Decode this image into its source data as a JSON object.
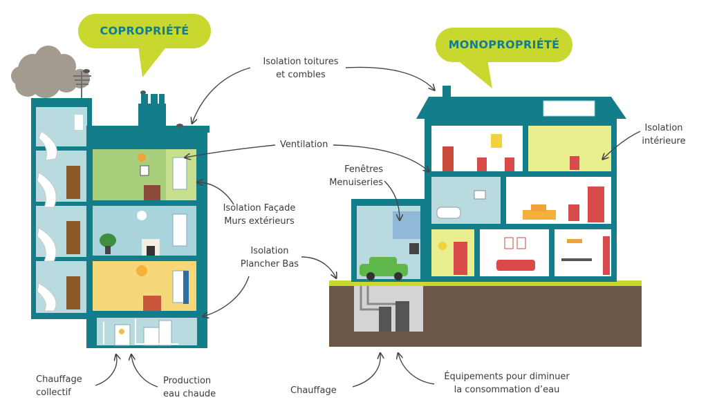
{
  "bubbles": {
    "left": "COPROPRIÉTÉ",
    "right": "MONOPROPRIÉTÉ"
  },
  "labels": {
    "roof_insulation": [
      "Isolation toitures",
      "et combles"
    ],
    "ventilation": "Ventilation",
    "facade_insulation": [
      "Isolation Façade",
      "Murs extérieurs"
    ],
    "floor_insulation": [
      "Isolation",
      "Plancher Bas"
    ],
    "windows": [
      "Fenêtres",
      "Menuiseries"
    ],
    "interior_insulation": [
      "Isolation",
      "intérieure"
    ],
    "collective_heating": [
      "Chauffage",
      "collectif"
    ],
    "hot_water": [
      "Production",
      "eau chaude"
    ],
    "heating": "Chauffage",
    "water_saving": [
      "Équipements pour diminuer",
      "la consommation d’eau"
    ]
  },
  "colors": {
    "teal": "#137e8a",
    "lime": "#c8d82e",
    "soil": "#6b5647",
    "smoke": "#a39a90"
  }
}
